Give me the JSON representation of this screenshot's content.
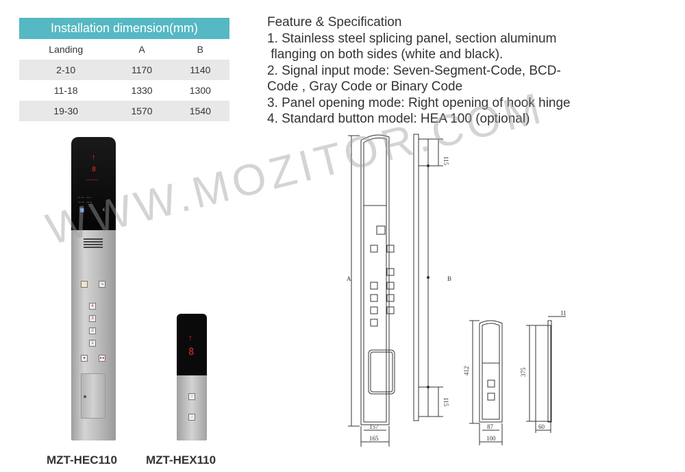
{
  "table": {
    "title": "Installation dimension(mm)",
    "headers": [
      "Landing",
      "A",
      "B"
    ],
    "rows": [
      [
        "2-10",
        "1170",
        "1140"
      ],
      [
        "11-18",
        "1330",
        "1300"
      ],
      [
        "19-30",
        "1570",
        "1540"
      ]
    ],
    "header_color": "#55b8c2"
  },
  "features": {
    "title": "Feature & Specification",
    "lines": [
      "1. Stainless steel splicing panel, section aluminum",
      " flanging on both sides (white and black).",
      "2. Signal input mode: Seven-Segment-Code, BCD-",
      "Code , Gray Code or Binary Code",
      "3. Panel opening mode: Right opening of hook hinge",
      "4. Standard button model: HEA 100 (optional)"
    ]
  },
  "panels": {
    "hec": {
      "model": "MZT-HEC110",
      "arrow": "↑",
      "digit": "8",
      "buttons": [
        "4",
        "3",
        "2",
        "1"
      ]
    },
    "hex": {
      "model": "MZT-HEX110",
      "arrow": "↑",
      "digit": "8",
      "buttons": [
        "↑",
        "↓"
      ]
    }
  },
  "watermark": "WWW.MOZITOR.COM",
  "drawing": {
    "labels": {
      "A": "A",
      "B": "B",
      "d115_top": "115",
      "d115_bottom": "115",
      "d157": "157",
      "d165": "165",
      "d412": "412",
      "d87": "87",
      "d100": "100",
      "d375": "375",
      "d11": "11",
      "d60": "60"
    }
  }
}
